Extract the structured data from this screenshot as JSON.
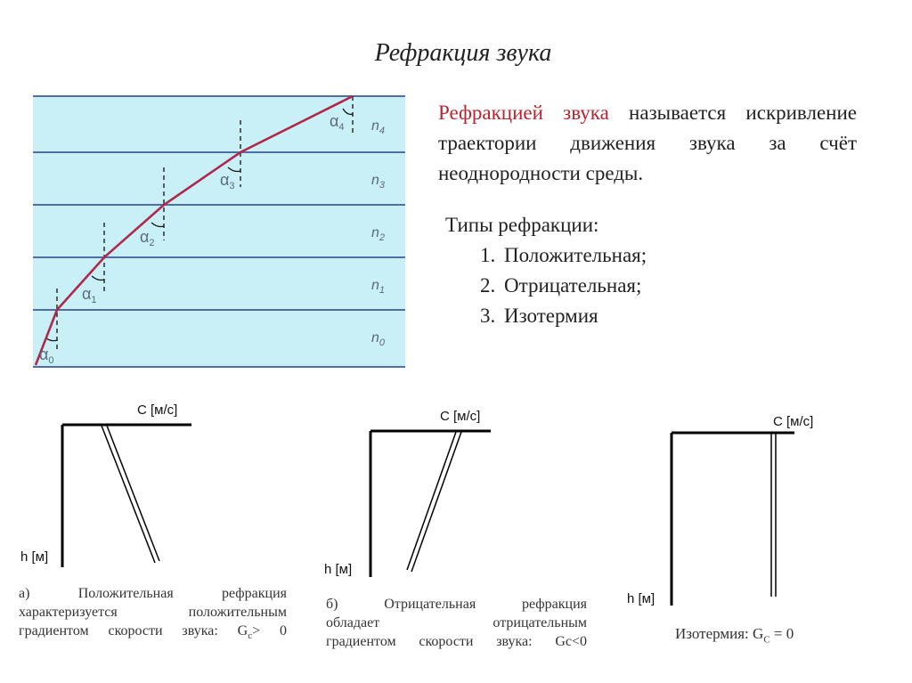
{
  "title": "Рефракция звука",
  "definition": {
    "term": "Рефракцией звука",
    "rest": " называется искривление траектории движения звука за счёт неоднородности среды."
  },
  "types": {
    "heading": "Типы рефракции:",
    "items": [
      "Положительная;",
      "Отрицательная;",
      "Изотермия"
    ]
  },
  "diagram": {
    "alpha": [
      "α",
      "α",
      "α",
      "α",
      "α"
    ],
    "alpha_sub": [
      "0",
      "1",
      "2",
      "3",
      "4"
    ],
    "n": [
      "n",
      "n",
      "n",
      "n",
      "n"
    ],
    "n_sub": [
      "0",
      "1",
      "2",
      "3",
      "4"
    ],
    "colors": {
      "layer": "#c8f0f6",
      "layer_line": "#4d6fa6",
      "ray": "#b0294a"
    }
  },
  "graphs": [
    {
      "c_label": "С [м/с]",
      "h_label": "h [м]",
      "caption_lines": [
        "а) Положительная рефракция",
        "характеризуется положительным"
      ],
      "caption_last": "градиентом скорости звука: G",
      "sub": "c",
      "tail": "> 0"
    },
    {
      "c_label": "С [м/с]",
      "h_label": "h [м]",
      "caption_lines": [
        "б) Отрицательная рефракция",
        "обладает отрицательным"
      ],
      "caption_last": "градиентом скорости звука: Gc<0"
    },
    {
      "c_label": "С [м/с]",
      "h_label": "h [м]",
      "caption_prefix": "Изотермия: G",
      "sub": "C",
      "tail": " = 0"
    }
  ]
}
